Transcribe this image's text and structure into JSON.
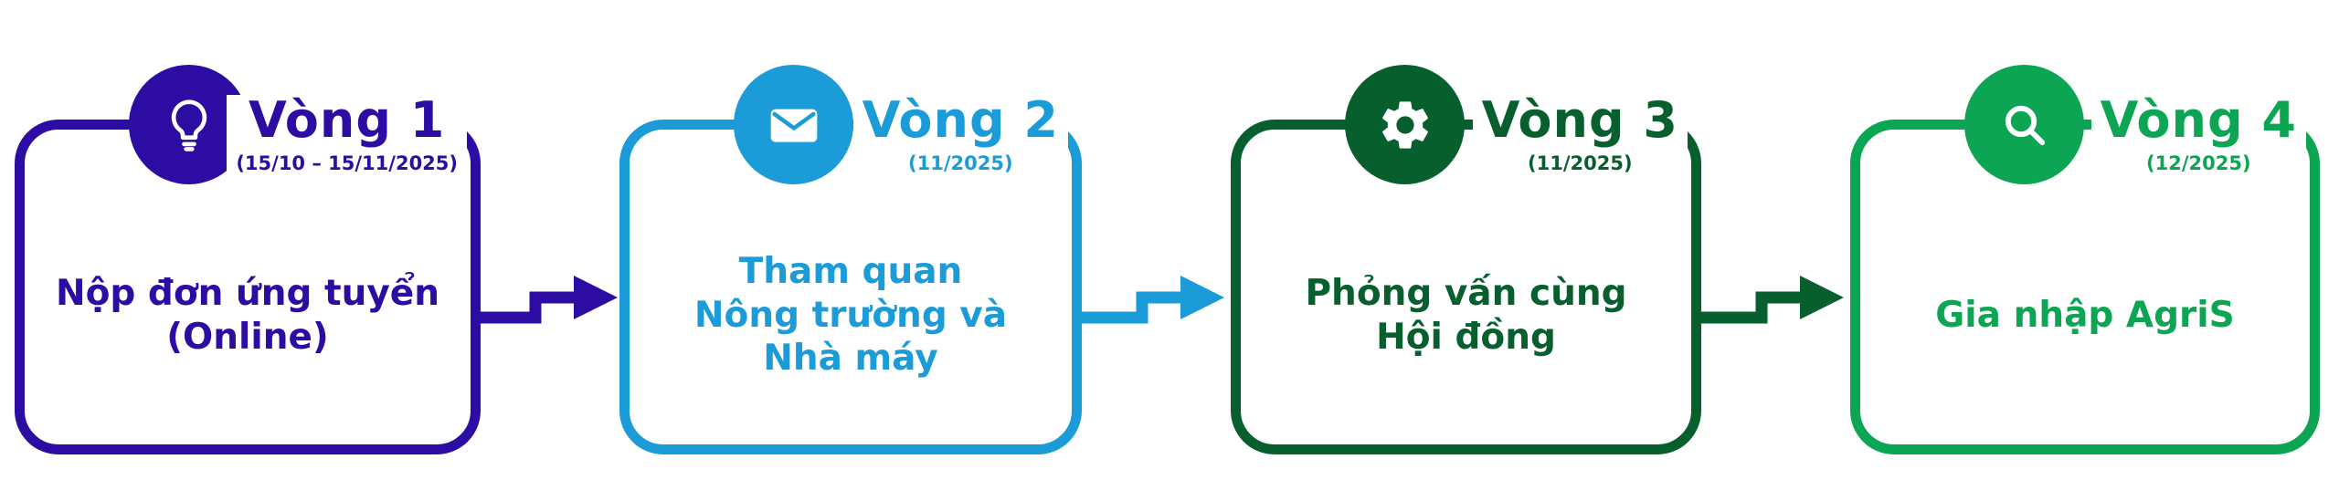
{
  "page": {
    "background": "#ffffff"
  },
  "stages": [
    {
      "title": "Vòng 1",
      "date": "(15/10 – 15/11/2025)",
      "lines": [
        "Nộp đơn ứng tuyển",
        "(Online)"
      ],
      "icon": "lightbulb-icon",
      "color": "#2c0ca3"
    },
    {
      "title": "Vòng 2",
      "date": "(11/2025)",
      "lines": [
        "Tham quan",
        "Nông trường và",
        "Nhà máy"
      ],
      "icon": "mail-icon",
      "color": "#1b9cd9"
    },
    {
      "title": "Vòng 3",
      "date": "(11/2025)",
      "lines": [
        "Phỏng vấn cùng",
        "Hội đồng"
      ],
      "icon": "gear-icon",
      "color": "#075f2e"
    },
    {
      "title": "Vòng 4",
      "date": "(12/2025)",
      "lines": [
        "Gia nhập AgriS"
      ],
      "icon": "search-icon",
      "color": "#0ca553"
    }
  ]
}
